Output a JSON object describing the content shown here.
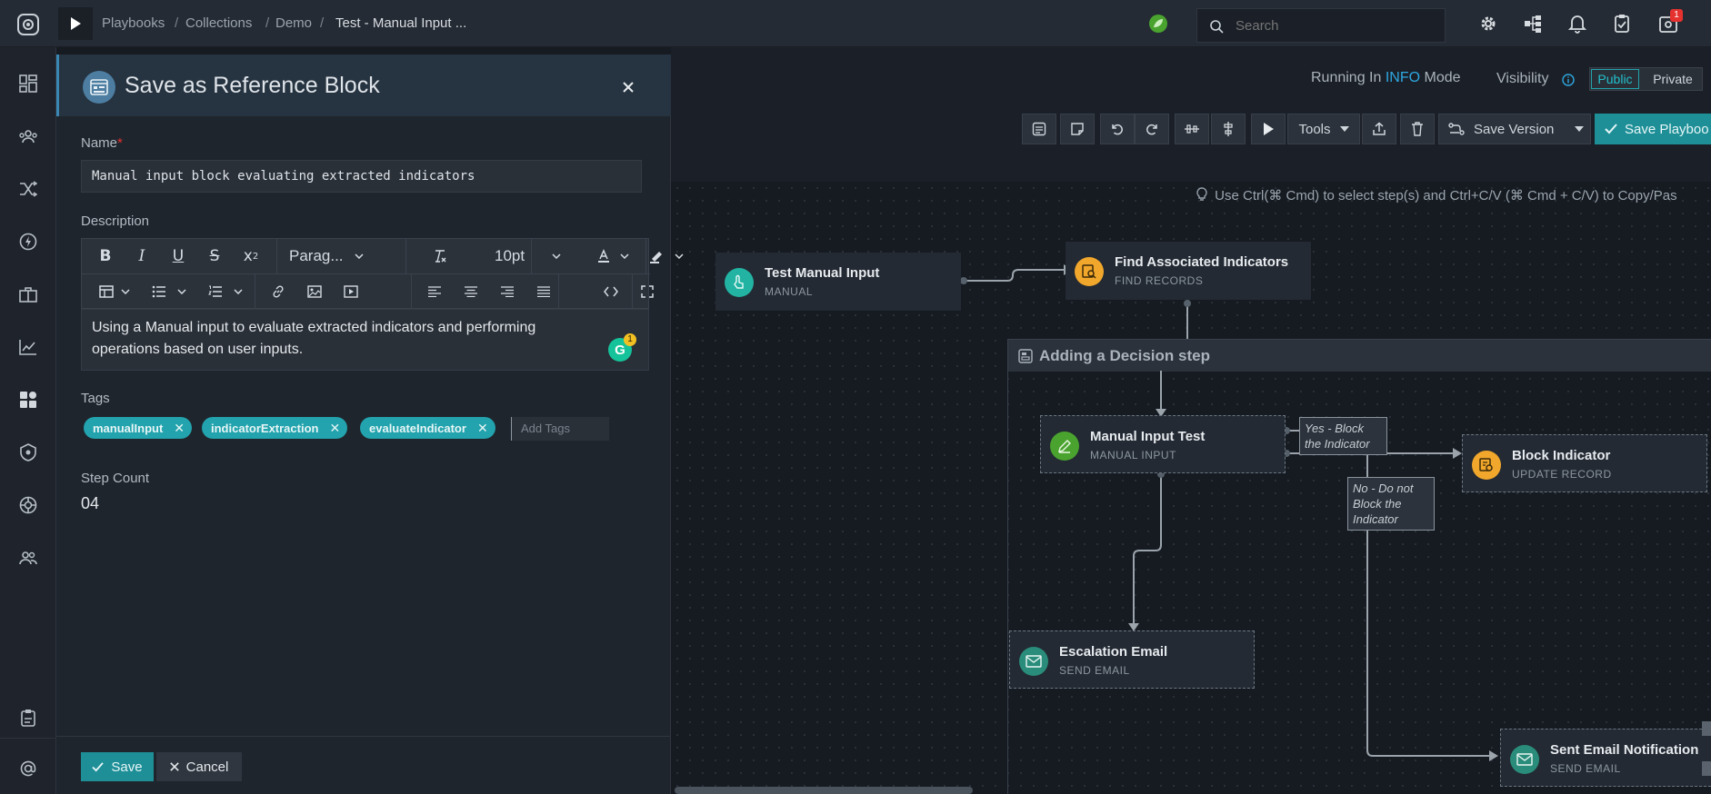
{
  "topbar": {
    "breadcrumbs": [
      "Playbooks",
      "Collections",
      "Demo",
      "Test - Manual Input ..."
    ],
    "search_placeholder": "Search",
    "notification_badge": "1"
  },
  "canvas_header": {
    "running_in_label": "Running In",
    "mode_value": "INFO",
    "mode_label": "Mode",
    "visibility_label": "Visibility",
    "public_label": "Public",
    "private_label": "Private"
  },
  "toolbar": {
    "tools_label": "Tools",
    "save_version_label": "Save Version",
    "save_playbook_label": "Save Playboo"
  },
  "hint": "Use Ctrl(⌘ Cmd) to select step(s) and Ctrl+C/V (⌘ Cmd + C/V) to Copy/Pas",
  "canvas": {
    "nodes": [
      {
        "title": "Test Manual Input",
        "subtitle": "MANUAL"
      },
      {
        "title": "Find Associated Indicators",
        "subtitle": "FIND RECORDS"
      },
      {
        "title": "Manual Input Test",
        "subtitle": "MANUAL INPUT"
      },
      {
        "title": "Block Indicator",
        "subtitle": "UPDATE RECORD"
      },
      {
        "title": "Escalation Email",
        "subtitle": "SEND EMAIL"
      },
      {
        "title": "Sent Email Notification",
        "subtitle": "SEND EMAIL"
      }
    ],
    "group_title": "Adding a Decision step",
    "edge_yes": [
      "Yes - Block",
      "the Indicator"
    ],
    "edge_no": [
      "No - Do not",
      "Block the",
      "Indicator"
    ]
  },
  "panel": {
    "title": "Save as Reference Block",
    "name_label": "Name",
    "required_mark": "*",
    "name_value": "Manual input block evaluating extracted indicators",
    "description_label": "Description",
    "editor": {
      "format_select": "Parag...",
      "size_select": "10pt",
      "content": [
        "Using a Manual input to evaluate extracted indicators and performing",
        "operations based on user inputs."
      ],
      "grammarly_badge": "1"
    },
    "tags_label": "Tags",
    "tags": [
      "manualInput",
      "indicatorExtraction",
      "evaluateIndicator"
    ],
    "add_tags_placeholder": "Add Tags",
    "step_count_label": "Step Count",
    "step_count_value": "04",
    "save_label": "Save",
    "cancel_label": "Cancel"
  },
  "colors": {
    "teal": "#22a3ad",
    "orange": "#f1a72b",
    "green": "#4aa32f",
    "badge_red": "#e5322f",
    "info_blue": "#2ea7e0"
  }
}
